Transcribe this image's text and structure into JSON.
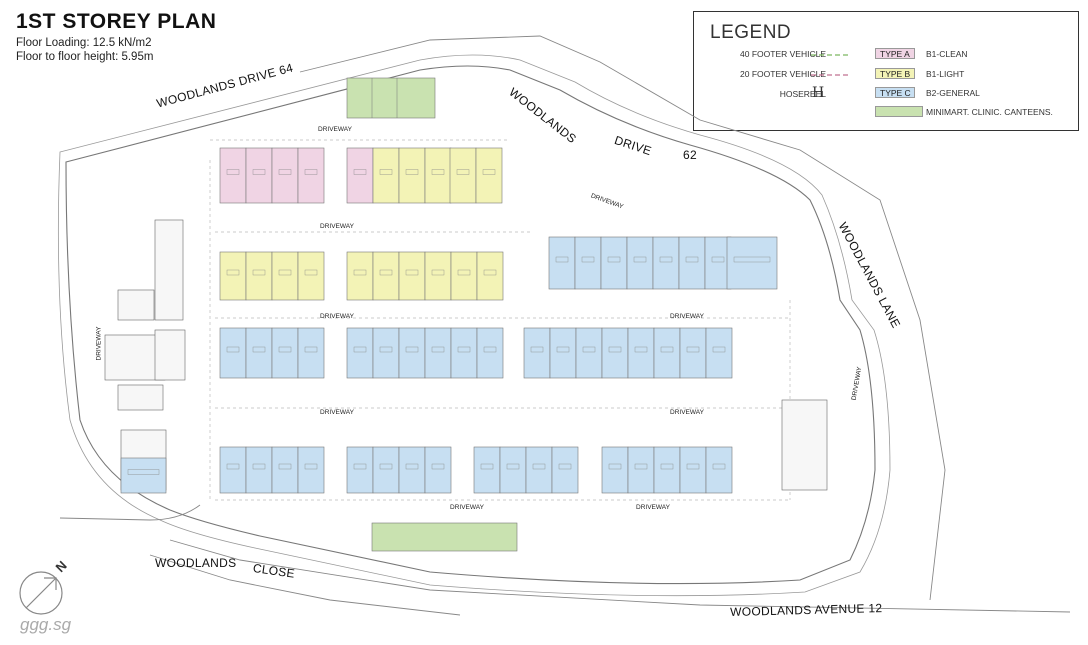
{
  "header": {
    "title": "1ST STOREY PLAN",
    "floor_loading": "Floor Loading: 12.5 kN/m2",
    "floor_height": "Floor to floor height: 5.95m"
  },
  "legend": {
    "title": "LEGEND",
    "vehicle40": "40 FOOTER VEHICLE",
    "vehicle20": "20 FOOTER VEHICLE",
    "hosereel": "HOSEREEL",
    "hosereel_symbol": "H",
    "types": [
      {
        "label": "TYPE A",
        "desc": "B1-CLEAN",
        "color": "#f0d4e4"
      },
      {
        "label": "TYPE B",
        "desc": "B1-LIGHT",
        "color": "#f3f3b6"
      },
      {
        "label": "TYPE C",
        "desc": "B2-GENERAL",
        "color": "#c7dff2"
      },
      {
        "label": "",
        "desc": "MINIMART. CLINIC. CANTEENS.",
        "color": "#c9e2b0"
      }
    ]
  },
  "roads": {
    "wd64": "WOODLANDS DRIVE 64",
    "wd62_a": "WOODLANDS",
    "wd62_b": "DRIVE",
    "wd62_c": "62",
    "wlane": "WOODLANDS LANE",
    "wclose_a": "WOODLANDS",
    "wclose_b": "CLOSE",
    "wave12": "WOODLANDS AVENUE 12"
  },
  "driveway": "DRIVEWAY",
  "north": "N",
  "watermark": "ggg.sg"
}
